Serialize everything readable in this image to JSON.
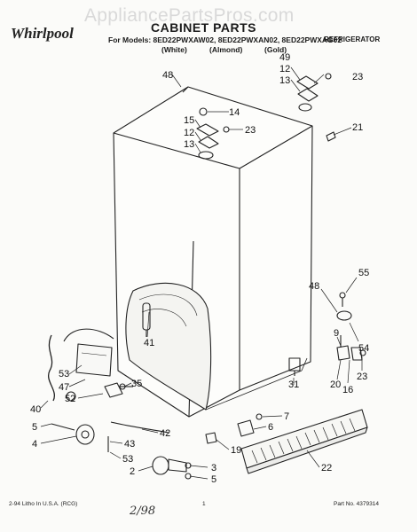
{
  "header": {
    "watermark": "AppliancePartsPros.com",
    "brand": "Whirlpool",
    "title": "CABINET PARTS",
    "models_line": "For Models: 8ED22PWXAW02, 8ED22PWXAN02, 8ED22PWXAG02",
    "category": "REFRIGERATOR",
    "colors": [
      "(White)",
      "(Almond)",
      "(Gold)"
    ]
  },
  "footer": {
    "printed": "2-94 Litho In U.S.A. (RCG)",
    "page": "1",
    "part_no": "Part No. 4379314",
    "handwritten": "2/98"
  },
  "callouts": [
    {
      "id": "c48a",
      "text": "48"
    },
    {
      "id": "c49",
      "text": "49"
    },
    {
      "id": "c12a",
      "text": "12"
    },
    {
      "id": "c13a",
      "text": "13"
    },
    {
      "id": "c23a",
      "text": "23"
    },
    {
      "id": "c14",
      "text": "14"
    },
    {
      "id": "c15",
      "text": "15"
    },
    {
      "id": "c12b",
      "text": "12"
    },
    {
      "id": "c23b",
      "text": "23"
    },
    {
      "id": "c13b",
      "text": "13"
    },
    {
      "id": "c21",
      "text": "21"
    },
    {
      "id": "c41",
      "text": "41"
    },
    {
      "id": "c55",
      "text": "55"
    },
    {
      "id": "c48b",
      "text": "48"
    },
    {
      "id": "c54",
      "text": "54"
    },
    {
      "id": "c9",
      "text": "9"
    },
    {
      "id": "c53a",
      "text": "53"
    },
    {
      "id": "c47",
      "text": "47"
    },
    {
      "id": "c52",
      "text": "52"
    },
    {
      "id": "c31",
      "text": "31"
    },
    {
      "id": "c20",
      "text": "20"
    },
    {
      "id": "c16",
      "text": "16"
    },
    {
      "id": "c23c",
      "text": "23"
    },
    {
      "id": "c40",
      "text": "40"
    },
    {
      "id": "c35",
      "text": "35"
    },
    {
      "id": "c7",
      "text": "7"
    },
    {
      "id": "c5a",
      "text": "5"
    },
    {
      "id": "c6",
      "text": "6"
    },
    {
      "id": "c42",
      "text": "42"
    },
    {
      "id": "c4",
      "text": "4"
    },
    {
      "id": "c43",
      "text": "43"
    },
    {
      "id": "c19",
      "text": "19"
    },
    {
      "id": "c53b",
      "text": "53"
    },
    {
      "id": "c2",
      "text": "2"
    },
    {
      "id": "c3",
      "text": "3"
    },
    {
      "id": "c5b",
      "text": "5"
    },
    {
      "id": "c22",
      "text": "22"
    }
  ]
}
